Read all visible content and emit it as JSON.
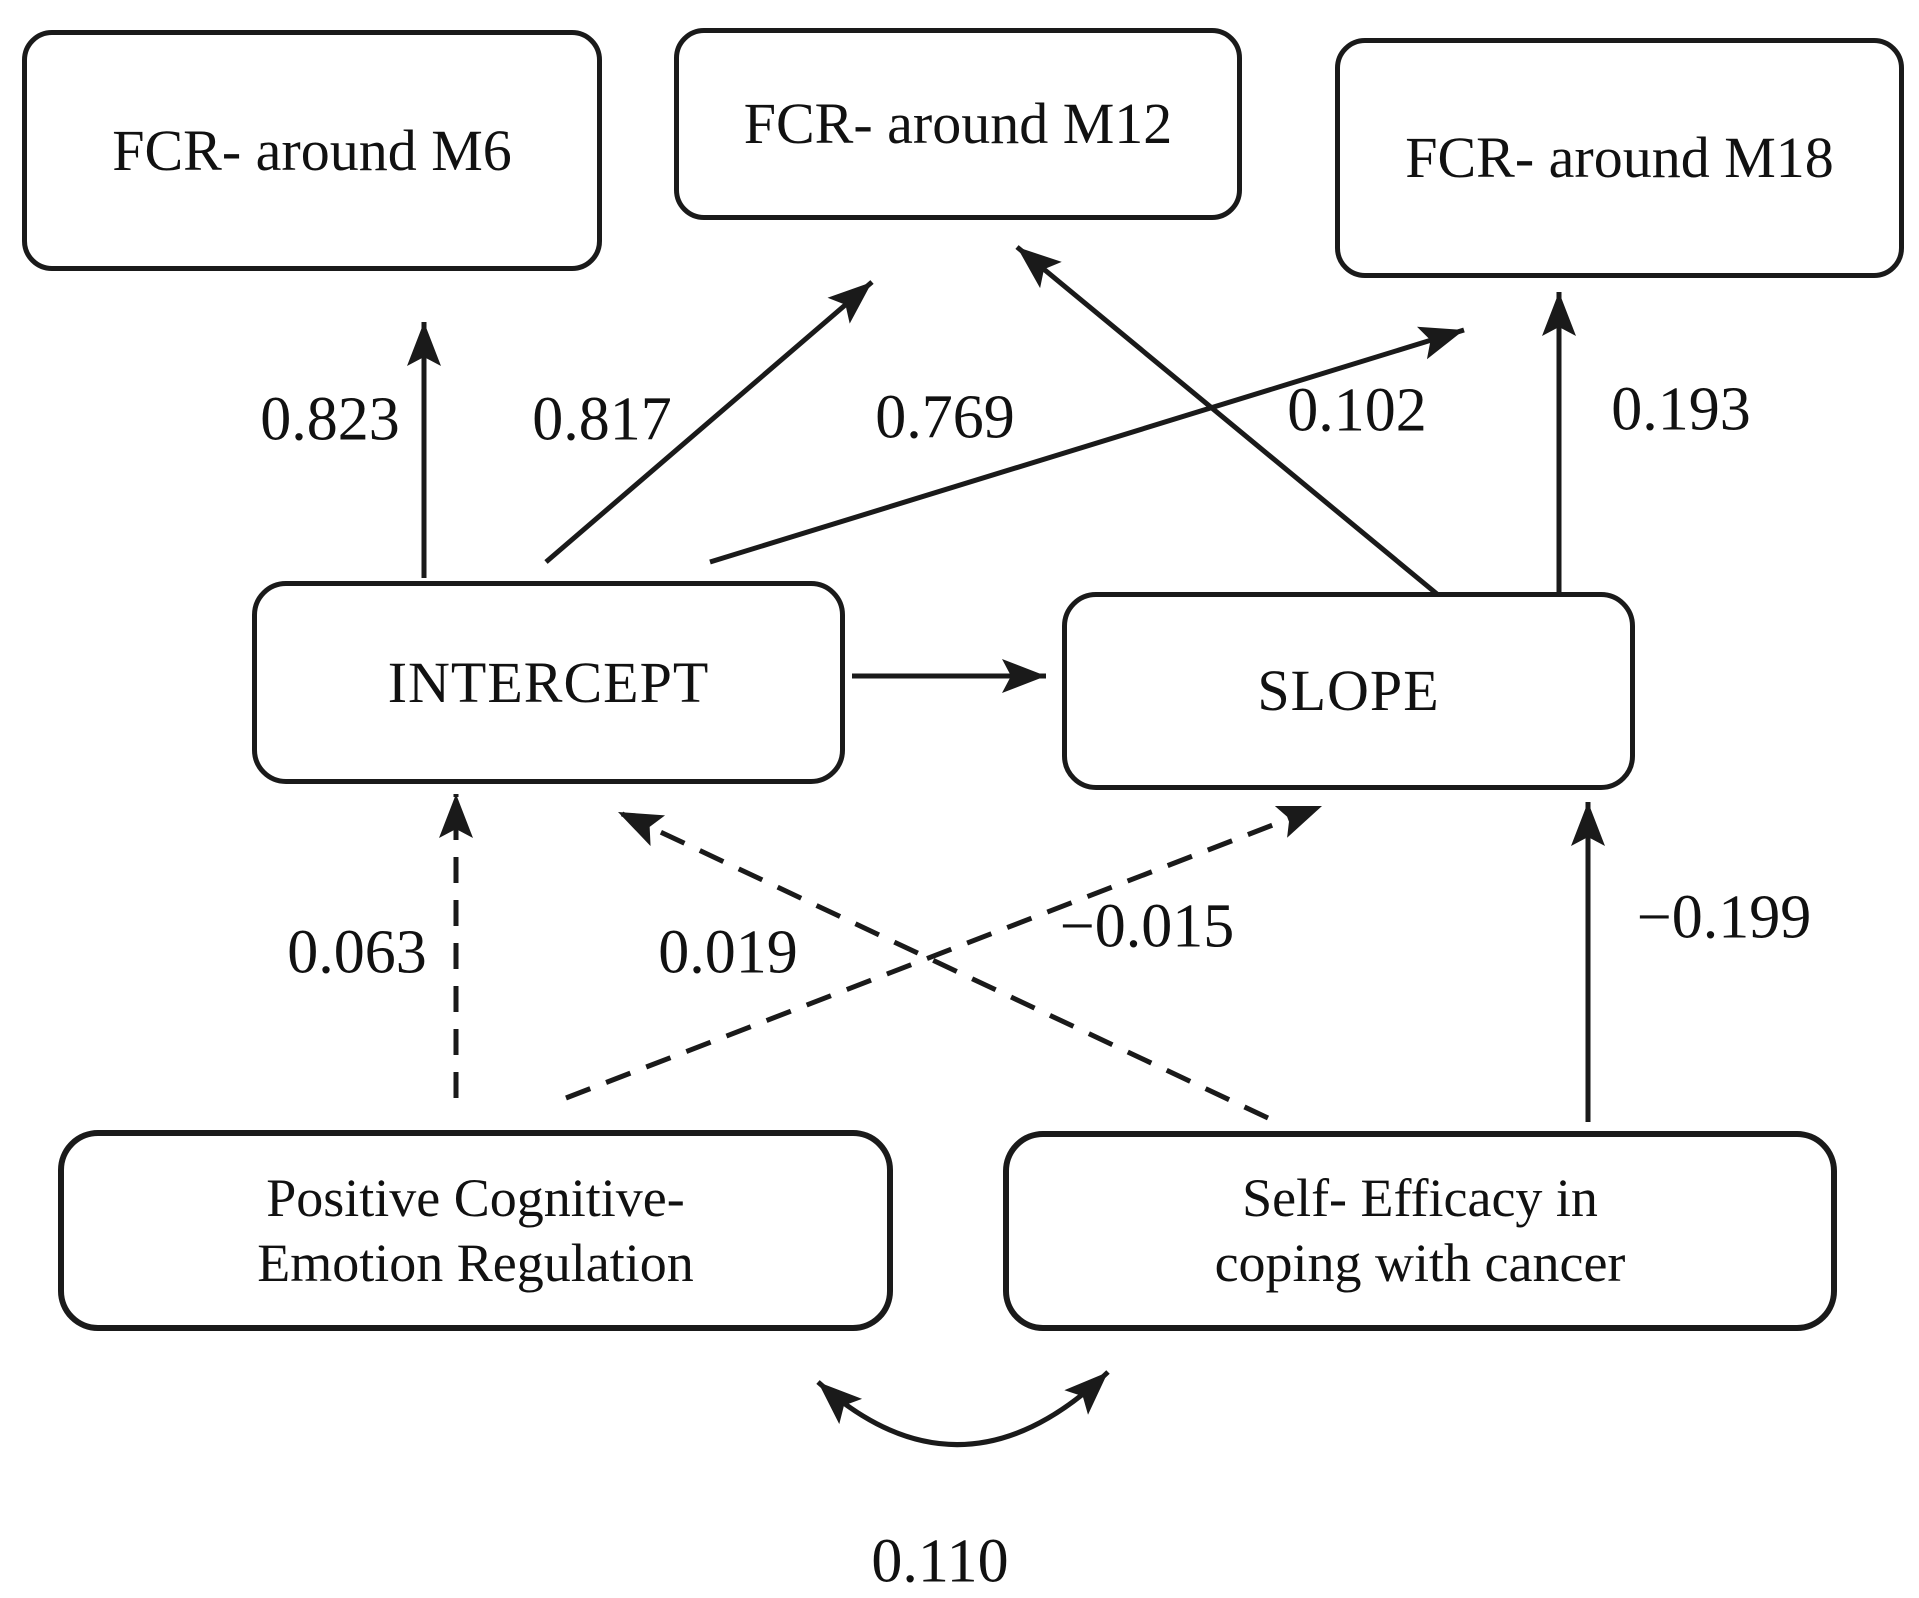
{
  "diagram": {
    "observed": {
      "m6": {
        "label": "FCR- around M6"
      },
      "m12": {
        "label": "FCR- around M12"
      },
      "m18": {
        "label": "FCR- around M18"
      }
    },
    "latent": {
      "intercept": {
        "label": "INTERCEPT"
      },
      "slope": {
        "label": "SLOPE"
      }
    },
    "predictors": {
      "pce": {
        "line1": "Positive Cognitive-",
        "line2": "Emotion Regulation"
      },
      "se": {
        "line1": "Self- Efficacy in",
        "line2": "coping with cancer"
      }
    },
    "coefficients": {
      "intercept_m6": "0.823",
      "intercept_m12": "0.817",
      "intercept_m18": "0.769",
      "slope_m12": "0.102",
      "slope_m18": "0.193",
      "pce_intercept": "0.063",
      "se_intercept": "0.019",
      "pce_slope": "−0.015",
      "se_slope": "−0.199",
      "covariance": "0.110"
    },
    "colors": {
      "ink": "#1a1a1a",
      "background": "#ffffff"
    }
  }
}
